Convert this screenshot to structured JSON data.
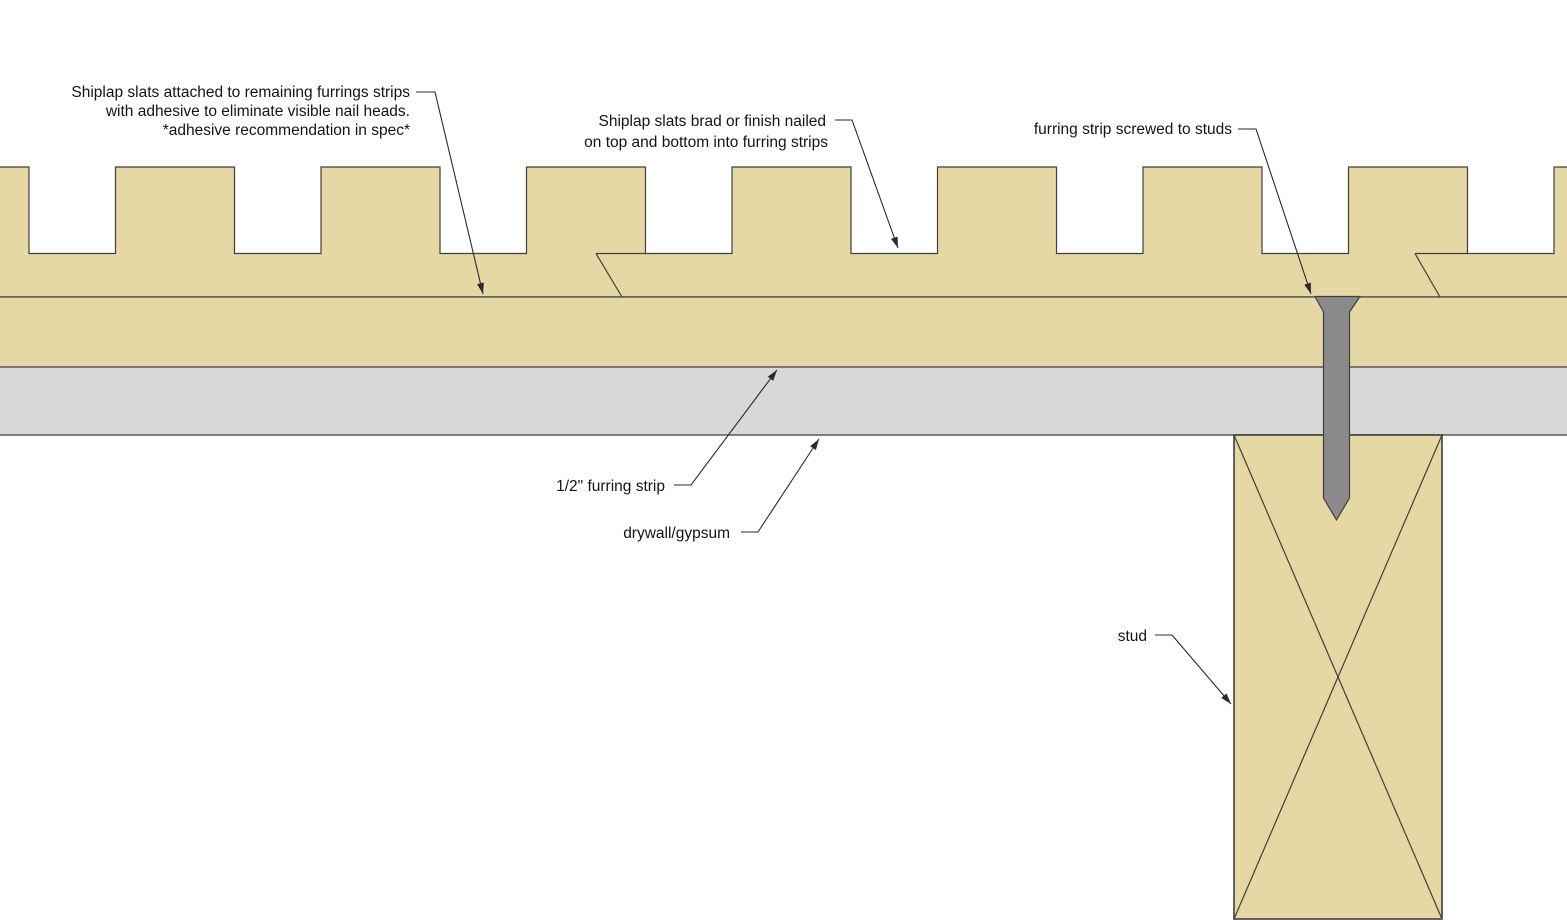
{
  "diagram": {
    "type": "wall-section-detail",
    "annotations": {
      "adhesive_note": {
        "lines": [
          "Shiplap slats attached to remaining furrings strips",
          "with adhesive to eliminate visible nail heads.",
          "*adhesive recommendation in spec*"
        ]
      },
      "nailing_note": {
        "lines": [
          "Shiplap slats brad or finish nailed",
          "on top and bottom into furring strips"
        ]
      },
      "screw_note": {
        "text": "furring strip screwed to studs"
      },
      "furring_label": {
        "text": "1/2\" furring strip"
      },
      "drywall_label": {
        "text": "drywall/gypsum"
      },
      "stud_label": {
        "text": "stud"
      }
    },
    "parts": {
      "shiplap_slats": "shiplap slats",
      "furring_strip": "furring strip",
      "drywall": "drywall/gypsum board",
      "stud": "stud",
      "screw": "screw"
    },
    "colors": {
      "wood": "#e5d8a5",
      "drywall": "#d8d8d8",
      "screw": "#8a8a8a",
      "outline": "#3f3f3f",
      "drywall_outline": "#5a5a5a",
      "leader": "#2b2b2b",
      "background": "#ffffff"
    }
  }
}
